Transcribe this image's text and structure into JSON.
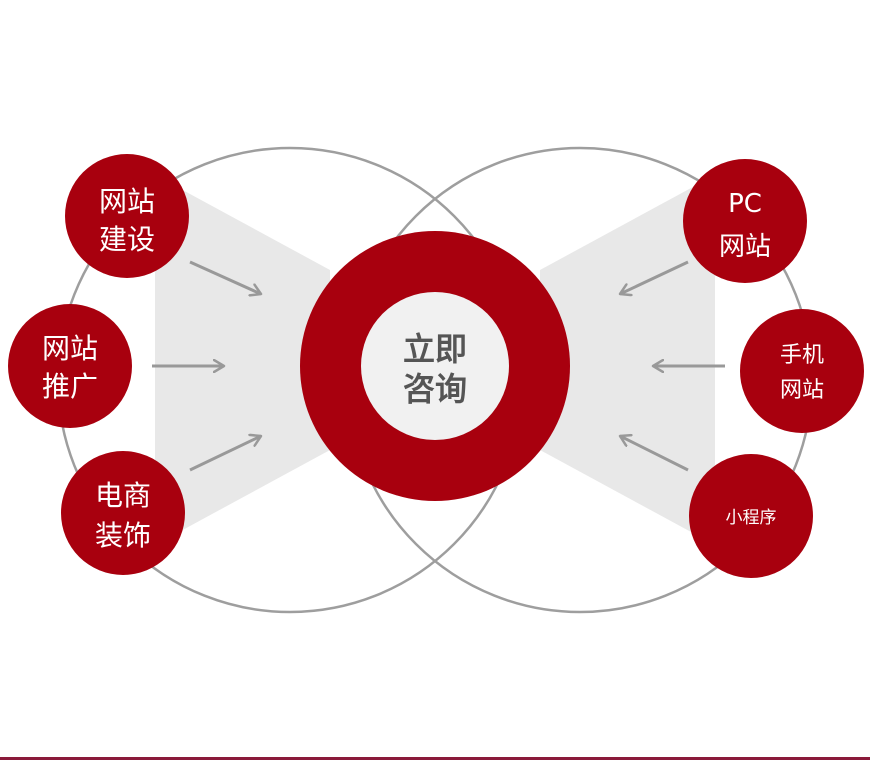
{
  "colors": {
    "primary_red": "#a8000e",
    "ring_gray": "#9e9e9e",
    "beam_gray": "#e8e8e8",
    "arrow_gray": "#999999",
    "center_fill": "#f1f1f1",
    "center_text": "#555555",
    "node_text": "#ffffff",
    "bottom_rule": "#8a1a3a"
  },
  "center": {
    "line1": "立即",
    "line2": "咨询"
  },
  "left_nodes": [
    {
      "line1": "网站",
      "line2": "建设"
    },
    {
      "line1": "网站",
      "line2": "推广"
    },
    {
      "line1": "电商",
      "line2": "装饰"
    }
  ],
  "right_nodes": [
    {
      "line1": "PC",
      "line2": "网站"
    },
    {
      "line1": "手机",
      "line2": "网站"
    },
    {
      "line1": "小程序"
    }
  ]
}
